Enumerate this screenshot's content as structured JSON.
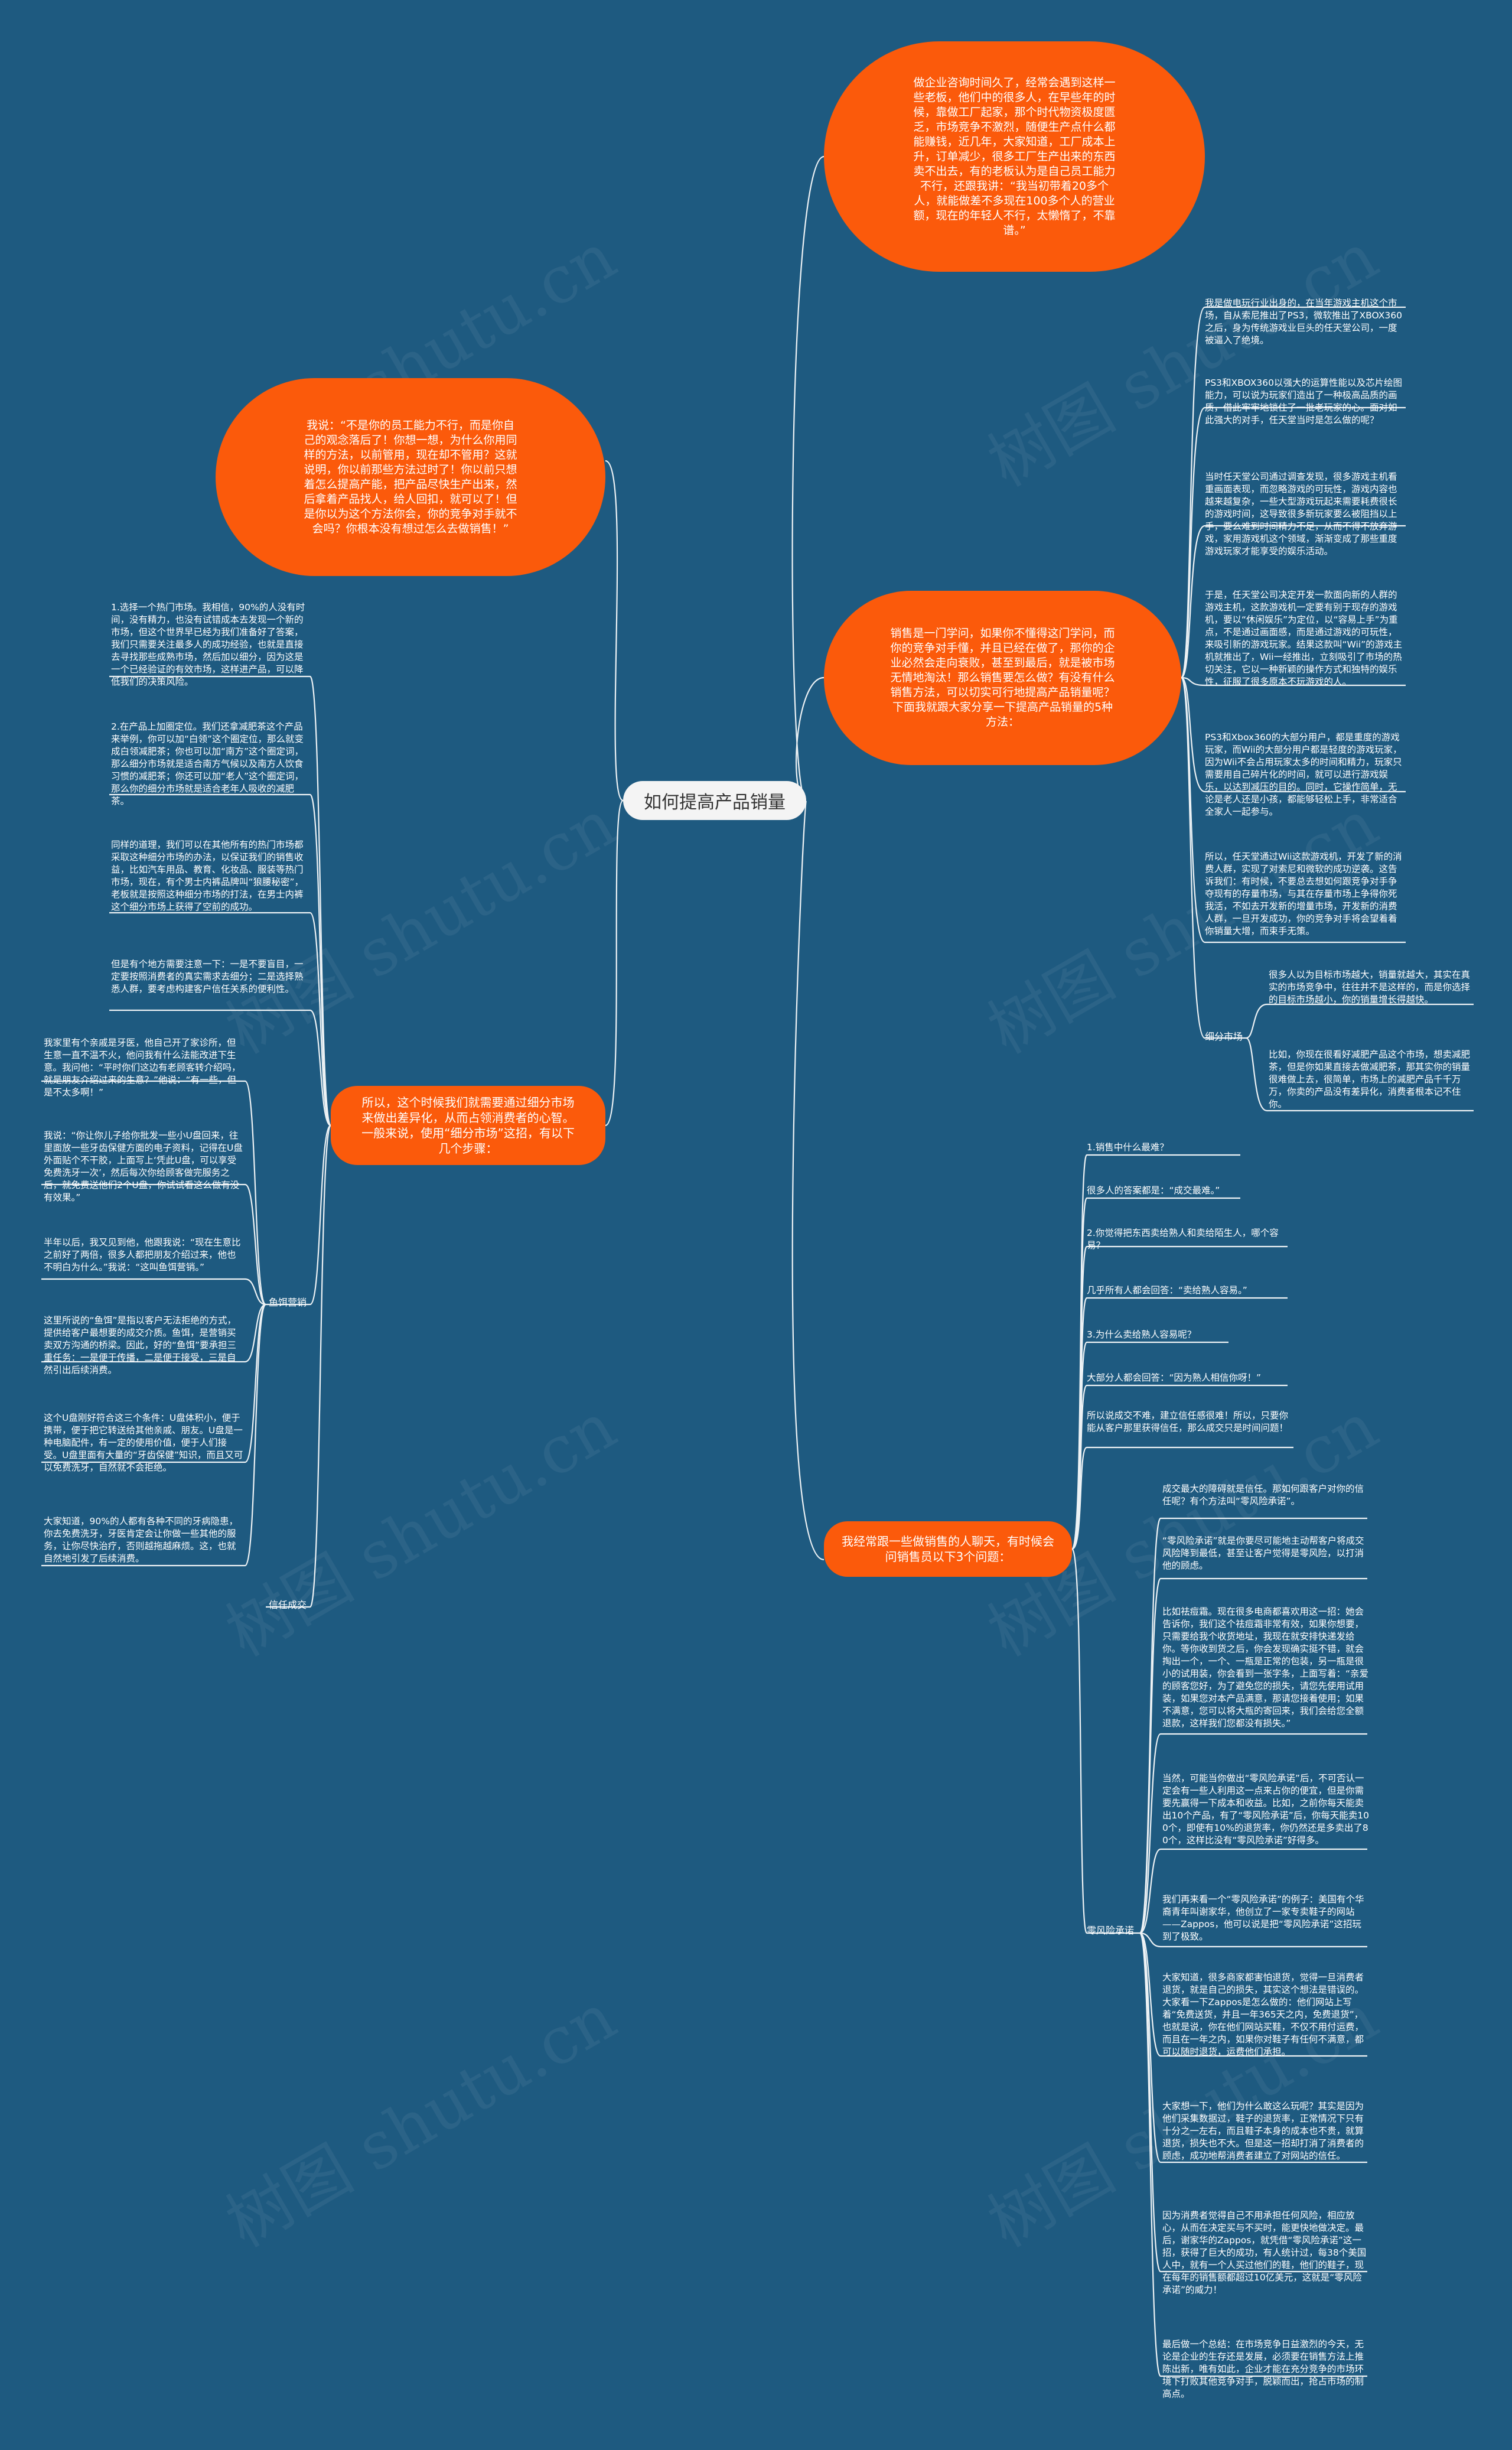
{
  "center_title": "如何提高产品销量",
  "watermark": "树图 shutu.cn",
  "top_right": "做企业咨询时间久了，经常会遇到这样一些老板，他们中的很多人，在早些年的时候，靠做工厂起家，那个时代物资极度匮乏，市场竞争不激烈，随便生产点什么都能赚钱，近几年，大家知道，工厂成本上升，订单减少，很多工厂生产出来的东西卖不出去，有的老板认为是自己员工能力不行，还跟我讲：“我当初带着20多个人，就能做差不多现在100多个人的营业额，现在的年轻人不行，太懒惰了，不靠谱。”",
  "top_left": "我说：“不是你的员工能力不行，而是你自己的观念落后了！你想一想，为什么你用同样的方法，以前管用，现在却不管用？这就说明，你以前那些方法过时了！你以前只想着怎么提高产能，把产品尽快生产出来，然后拿着产品找人，给人回扣，就可以了！但是你以为这个方法你会，你的竞争对手就不会吗？你根本没有想过怎么去做销售！”",
  "mid_right": "销售是一门学问，如果你不懂得这门学问，而你的竞争对手懂，并且已经在做了，那你的企业必然会走向衰败，甚至到最后，就是被市场无情地淘汰！那么销售要怎么做？有没有什么销售方法，可以切实可行地提高产品销量呢？下面我就跟大家分享一下提高产品销量的5种方法：",
  "mid_left": "所以，这个时候我们就需要通过细分市场来做出差异化，从而占领消费者的心智。一般来说，使用“细分市场”这招，有以下几个步骤：",
  "bottom_right": "我经常跟一些做销售的人聊天，有时候会问销售员以下3个问题：",
  "tags": {
    "fish": "鱼饵营销",
    "trust": "信任成交",
    "segment": "细分市场",
    "zero_risk": "零风险承诺"
  },
  "right_top_leaves": [
    "我是做电玩行业出身的，在当年游戏主机这个市场，自从索尼推出了PS3，微软推出了XBOX360之后，身为传统游戏业巨头的任天堂公司，一度被逼入了绝境。",
    "PS3和XBOX360以强大的运算性能以及芯片绘图能力，可以说为玩家们造出了一种极高品质的画质，借此牢牢地锁住了一批老玩家的心。面对如此强大的对手，任天堂当时是怎么做的呢？",
    "当时任天堂公司通过调查发现，很多游戏主机看重画面表现，而忽略游戏的可玩性，游戏内容也越来越复杂，一些大型游戏玩起来需要耗费很长的游戏时间，这导致很多新玩家要么被阻挡以上手，要么难到时间精力不足，从而不得不放弃游戏，家用游戏机这个领域，渐渐变成了那些重度游戏玩家才能享受的娱乐活动。",
    "于是，任天堂公司决定开发一款面向新的人群的游戏主机，这款游戏机一定要有别于现存的游戏机，要以“休闲娱乐”为定位，以“容易上手”为重点，不是通过画面感，而是通过游戏的可玩性，来吸引新的游戏玩家。结果这款叫“Wii”的游戏主机就推出了，Wii一经推出，立刻吸引了市场的热切关注，它以一种新颖的操作方式和独特的娱乐性，征服了很多原本不玩游戏的人。",
    "PS3和Xbox360的大部分用户，都是重度的游戏玩家，而Wii的大部分用户都是轻度的游戏玩家，因为Wii不会占用玩家太多的时间和精力，玩家只需要用自己碎片化的时间，就可以进行游戏娱乐，以达到减压的目的。同时，它操作简单，无论是老人还是小孩，都能够轻松上手，非常适合全家人一起参与。",
    "所以，任天堂通过Wii这款游戏机，开发了新的消费人群，实现了对索尼和微软的成功逆袭。这告诉我们：有时候，不要总去想如何跟竞争对手争夺现有的存量市场，与其在存量市场上争得你死我活，不如去开发新的增量市场，开发新的消费人群，一旦开发成功，你的竞争对手将会望着着你销量大增，而束手无策。"
  ],
  "segment_leaves": [
    "很多人以为目标市场越大，销量就越大，其实在真实的市场竞争中，往往并不是这样的，而是你选择的目标市场越小，你的销量增长得越快。",
    "比如，你现在很看好减肥产品这个市场，想卖减肥茶，但是你如果直接去做减肥茶，那其实你的销量很难做上去，很简单，市场上的减肥产品千千万万，你卖的产品没有差异化，消费者根本记不住你。"
  ],
  "questions": [
    "1.销售中什么最难？",
    "很多人的答案都是：“成交最难。”",
    "2.你觉得把东西卖给熟人和卖给陌生人，哪个容易？",
    "几乎所有人都会回答：“卖给熟人容易。”",
    "3.为什么卖给熟人容易呢？",
    "大部分人都会回答：“因为熟人相信你呀！”",
    "所以说成交不难，建立信任感很难！所以，只要你能从客户那里获得信任，那么成交只是时间问题！"
  ],
  "zero_risk_leaves": [
    "成交最大的障碍就是信任。那如何跟客户对你的信任呢？有个方法叫“零风险承诺”。",
    "“零风险承诺”就是你要尽可能地主动帮客户将成交风险降到最低，甚至让客户觉得是零风险，以打消他的顾虑。",
    "比如祛痘霜。现在很多电商都喜欢用这一招：她会告诉你，我们这个祛痘霜非常有效，如果你想要，只需要给我个收货地址，我现在就安排快递发给你。等你收到货之后，你会发现确实挺不错，就会掏出一个，一个、一瓶是正常的包装，另一瓶是很小的试用装，你会看到一张字条，上面写着：“亲爱的顾客您好，为了避免您的损失，请您先使用试用装，如果您对本产品满意，那请您接着使用；如果不满意，您可以将大瓶的寄回来，我们会给您全额退款，这样我们您都没有损失。”",
    "当然，可能当你做出“零风险承诺”后，不可否认一定会有一些人利用这一点来占你的便宜，但是你需要先赢得一下成本和收益。比如，之前你每天能卖出10个产品，有了“零风险承诺”后，你每天能卖100个，即使有10%的退货率，你仍然还是多卖出了80个，这样比没有“零风险承诺”好得多。",
    "我们再来看一个“零风险承诺”的例子：美国有个华裔青年叫谢家华，他创立了一家专卖鞋子的网站——Zappos，他可以说是把“零风险承诺”这招玩到了极致。",
    "大家知道，很多商家都害怕退货，觉得一旦消费者退货，就是自己的损失，其实这个想法是错误的。大家看一下Zappos是怎么做的：他们网站上写着“免费送货，并且一年365天之内，免费退货”，也就是说，你在他们网站买鞋，不仅不用付运费，而且在一年之内，如果你对鞋子有任何不满意，都可以随时退货，运费他们承担。",
    "大家想一下，他们为什么敢这么玩呢？其实是因为他们采集数据过，鞋子的退货率，正常情况下只有十分之一左右，而且鞋子本身的成本也不贵，就算退货，损失也不大。但是这一招却打消了消费者的顾虑，成功地帮消费者建立了对网站的信任。",
    "因为消费者觉得自己不用承担任何风险，相应放心，从而在决定买与不买时，能更快地做决定。最后，谢家华的Zappos，就凭借“零风险承诺”这一招，获得了巨大的成功，有人统计过，每38个美国人中，就有一个人买过他们的鞋，他们的鞋子，现在每年的销售额都超过10亿美元，这就是“零风险承诺”的威力！",
    "最后做一个总结：在市场竞争日益激烈的今天，无论是企业的生存还是发展，必须要在销售方法上推陈出新，唯有如此，企业才能在充分竞争的市场环境下打败其他竞争对手，脱颖而出，抢占市场的制高点。"
  ],
  "left_steps": [
    "1.选择一个热门市场。我相信，90%的人没有时间，没有精力，也没有试错成本去发现一个新的市场，但这个世界早已经为我们准备好了答案，我们只需要关注最多人的成功经验，也就是直接去寻找那些成熟市场，然后加以细分，因为这是一个已经验证的有效市场，这样进产品，可以降低我们的决策风险。",
    "2.在产品上加圈定位。我们还拿减肥茶这个产品来举例，你可以加“白领”这个圈定位，那么就变成白领减肥茶；你也可以加“南方”这个圈定词，那么细分市场就是适合南方气候以及南方人饮食习惯的减肥茶；你还可以加“老人”这个圈定词，那么你的细分市场就是适合老年人吸收的减肥茶。",
    "同样的道理，我们可以在其他所有的热门市场都采取这种细分市场的办法，以保证我们的销售收益，比如汽车用品、教育、化妆品、服装等热门市场，现在，有个男士内裤品牌叫“狼腰秘密”，老板就是按照这种细分市场的打法，在男士内裤这个细分市场上获得了空前的成功。",
    "但是有个地方需要注意一下：一是不要盲目，一定要按照消费者的真实需求去细分；二是选择熟悉人群，要考虑构建客户信任关系的便利性。"
  ],
  "fish_leaves": [
    "我家里有个亲戚是牙医，他自己开了家诊所，但生意一直不温不火，他问我有什么法能改进下生意。我问他：“平时你们这边有老顾客转介绍吗，就是朋友介绍过来的生意？”他说：“有一些，但是不太多啊！”",
    "我说：“你让你儿子给你批发一些小U盘回来，往里面放一些牙齿保健方面的电子资料，记得在U盘外面贴个不干胶，上面写上‘凭此U盘，可以享受免费洗牙一次’，然后每次你给顾客做完服务之后，就免费送他们2个U盘，你试试看这么做有没有效果。”",
    "半年以后，我又见到他，他跟我说：“现在生意比之前好了两倍，很多人都把朋友介绍过来，他也不明白为什么。”我说：“这叫鱼饵营销。”",
    "这里所说的“鱼饵”是指以客户无法拒绝的方式，提供给客户最想要的成交介质。鱼饵，是营销买卖双方沟通的桥梁。因此，好的“鱼饵”要承担三重任务：一是便于传播，二是便于接受，三是自然引出后续消费。",
    "这个U盘刚好符合这三个条件：U盘体积小，便于携带，便于把它转送给其他亲戚、朋友。U盘是一种电脑配件，有一定的使用价值，便于人们接受。U盘里面有大量的“牙齿保健”知识，而且又可以免费洗牙，自然就不会拒绝。",
    "大家知道，90%的人都有各种不同的牙病隐患，你去免费洗牙，牙医肯定会让你做一些其他的服务，让你尽快治疗，否则越拖越麻烦。这，也就自然地引发了后续消费。"
  ]
}
